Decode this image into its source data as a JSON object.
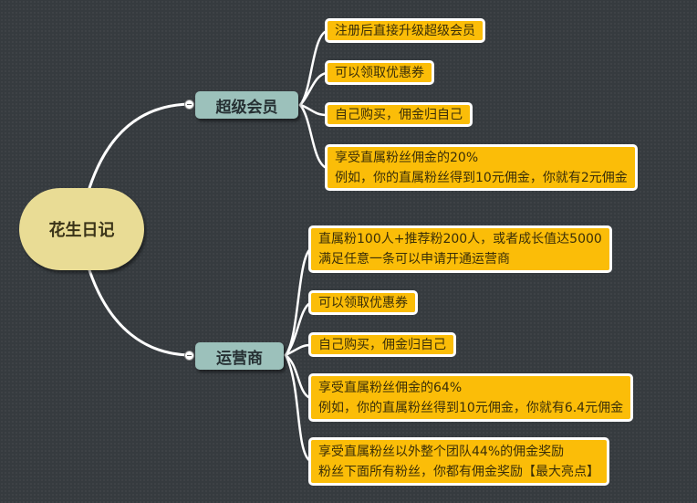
{
  "root": {
    "label": "花生日记"
  },
  "branches": [
    {
      "label": "超级会员",
      "items": [
        {
          "lines": [
            "注册后直接升级超级会员"
          ]
        },
        {
          "lines": [
            "可以领取优惠券"
          ]
        },
        {
          "lines": [
            "自己购买，佣金归自己"
          ]
        },
        {
          "lines": [
            "享受直属粉丝佣金的20%",
            "例如，你的直属粉丝得到10元佣金，你就有2元佣金"
          ]
        }
      ]
    },
    {
      "label": "运营商",
      "items": [
        {
          "lines": [
            "直属粉100人+推荐粉200人，或者成长值达5000",
            "满足任意一条可以申请开通运营商"
          ]
        },
        {
          "lines": [
            "可以领取优惠券"
          ]
        },
        {
          "lines": [
            "自己购买，佣金归自己"
          ]
        },
        {
          "lines": [
            "享受直属粉丝佣金的64%",
            "例如，你的直属粉丝得到10元佣金，你就有6.4元佣金"
          ]
        },
        {
          "lines": [
            "享受直属粉丝以外整个团队44%的佣金奖励",
            "粉丝下面所有粉丝，你都有佣金奖励【最大亮点】"
          ]
        }
      ]
    }
  ],
  "colors": {
    "background": "#363b3f",
    "root": "#e9dc95",
    "branch": "#9cc1bb",
    "leaf": "#fbbd08",
    "connector": "#ffffff"
  }
}
